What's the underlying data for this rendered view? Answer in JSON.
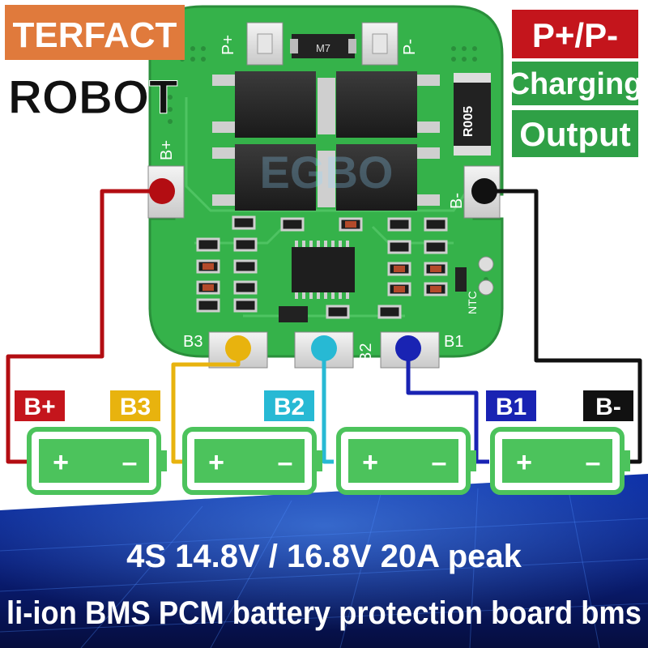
{
  "brand": {
    "top": "TERFACT",
    "bottom": "ROBOT"
  },
  "legend": {
    "pp": "P+/P-",
    "charging": "Charging",
    "output": "Output"
  },
  "board": {
    "pad_p_plus": "P+",
    "pad_p_minus": "P-",
    "pad_b_plus": "B+",
    "pad_b_minus": "B-",
    "pad_b3": "B3",
    "pad_b2": "B2",
    "pad_b1": "B1",
    "ntc": "NTC",
    "resistor": "R005",
    "diode": "M7",
    "watermark": "EGBO"
  },
  "wire_labels": {
    "b_plus": "B+",
    "b3": "B3",
    "b2": "B2",
    "b1": "B1",
    "b_minus": "B-"
  },
  "cells": {
    "plus": "+",
    "minus": "–"
  },
  "caption": {
    "line1": "4S 14.8V / 16.8V 20A peak",
    "line2": "li-ion BMS PCM battery protection board bms"
  },
  "colors": {
    "pcb": "#35b24a",
    "wire_b_plus": "#b30d12",
    "wire_b3": "#e8b30e",
    "wire_b2": "#27b9d4",
    "wire_b1": "#1923b3",
    "wire_b_minus": "#111111",
    "label_red": "#c4151c",
    "label_green": "#2fa046",
    "brand_orange": "#e07a3c",
    "battery_green": "#4cc35c"
  }
}
